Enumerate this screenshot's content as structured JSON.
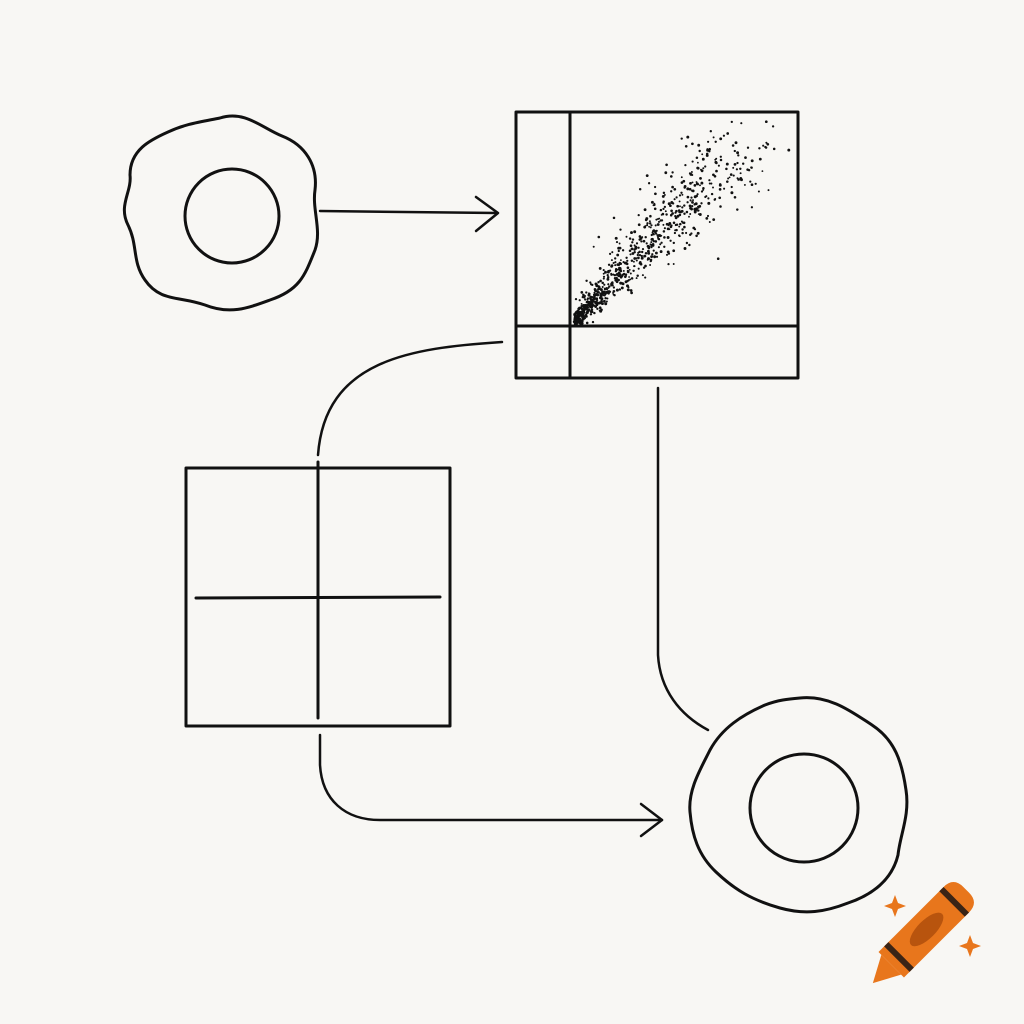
{
  "colors": {
    "background": "#f8f7f4",
    "ink": "#111111",
    "crayon_body": "#e8761c",
    "crayon_dark": "#b8540e",
    "crayon_band": "#3a2416",
    "sparkle": "#e8761c"
  },
  "diagram": {
    "nodes": [
      {
        "id": "cell-top-left",
        "kind": "cell-with-nucleus"
      },
      {
        "id": "scatter-plot-panel",
        "kind": "scatter-plot-with-marginal-axes"
      },
      {
        "id": "quadrant-grid",
        "kind": "two-by-two-grid"
      },
      {
        "id": "cell-bottom-right",
        "kind": "cell-with-nucleus"
      }
    ],
    "edges": [
      {
        "from": "cell-top-left",
        "to": "scatter-plot-panel",
        "arrow": true
      },
      {
        "from": "scatter-plot-panel",
        "to": "quadrant-grid",
        "arrow": false
      },
      {
        "from": "scatter-plot-panel",
        "to": "cell-bottom-right",
        "arrow": false
      },
      {
        "from": "quadrant-grid",
        "to": "cell-bottom-right",
        "arrow": true
      }
    ]
  },
  "scatter": {
    "distribution": "positive-correlation",
    "point_count": 900,
    "seed": 7
  },
  "logo": {
    "icon": "crayon-icon",
    "decorations": [
      "sparkle-icon",
      "sparkle-icon"
    ]
  }
}
